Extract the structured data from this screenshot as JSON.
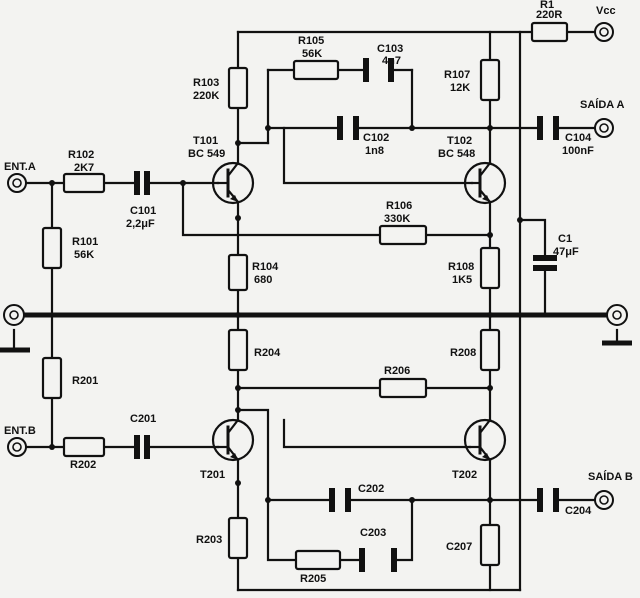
{
  "labels": {
    "r1_ref": "R1",
    "r1_val": "220R",
    "vcc": "Vcc",
    "r105_ref": "R105",
    "r105_val": "56K",
    "c103_ref": "C103",
    "c103_val": "4n7",
    "r103_ref": "R103",
    "r103_val": "220K",
    "r107_ref": "R107",
    "r107_val": "12K",
    "saida_a": "SAÍDA A",
    "c102_ref": "C102",
    "c102_val": "1n8",
    "c104_ref": "C104",
    "c104_val": "100nF",
    "t101_ref": "T101",
    "t101_type": "BC 549",
    "t102_ref": "T102",
    "t102_type": "BC 548",
    "r102_ref": "R102",
    "r102_val": "2K7",
    "ent_a": "ENT.A",
    "c101_ref": "C101",
    "c101_val": "2,2μF",
    "r106_ref": "R106",
    "r106_val": "330K",
    "r101_ref": "R101",
    "r101_val": "56K",
    "r104_ref": "R104",
    "r104_val": "680",
    "r108_ref": "R108",
    "r108_val": "1K5",
    "c1_ref": "C1",
    "c1_val": "47μF",
    "r204_ref": "R204",
    "r208_ref": "R208",
    "r206_ref": "R206",
    "r201_ref": "R201",
    "ent_b": "ENT.B",
    "c201_ref": "C201",
    "r202_ref": "R202",
    "t201_ref": "T201",
    "t202_ref": "T202",
    "saida_b": "SAÍDA B",
    "c202_ref": "C202",
    "c204_ref": "C204",
    "r203_ref": "R203",
    "c203_ref": "C203",
    "r205_ref": "R205",
    "c207_ref": "C207"
  }
}
